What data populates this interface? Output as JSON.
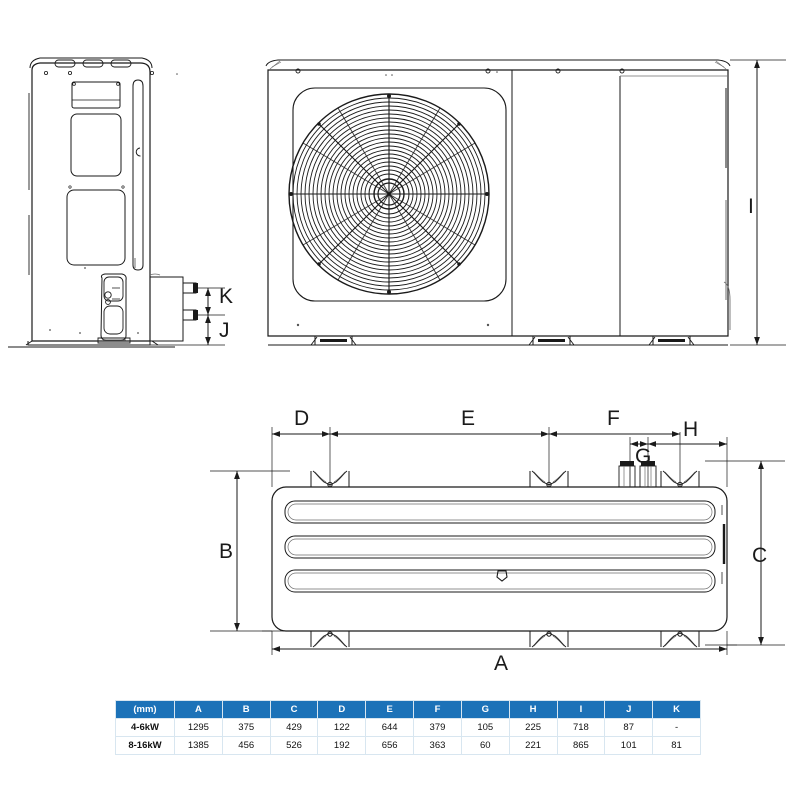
{
  "document": {
    "type": "technical-dimension-drawing",
    "subject": "Monobloc air-to-water heat pump outdoor unit",
    "views": [
      {
        "name": "side-view",
        "label": ""
      },
      {
        "name": "front-view",
        "label": ""
      },
      {
        "name": "top-view",
        "label": ""
      }
    ]
  },
  "dimension_labels": {
    "A": "A",
    "B": "B",
    "C": "C",
    "D": "D",
    "E": "E",
    "F": "F",
    "G": "G",
    "H": "H",
    "I": "I",
    "J": "J",
    "K": "K"
  },
  "spec_table": {
    "unit_header": "(mm)",
    "columns": [
      "(mm)",
      "A",
      "B",
      "C",
      "D",
      "E",
      "F",
      "G",
      "H",
      "I",
      "J",
      "K"
    ],
    "rows": [
      {
        "label": "4-6kW",
        "values": [
          "1295",
          "375",
          "429",
          "122",
          "644",
          "379",
          "105",
          "225",
          "718",
          "87",
          "-"
        ]
      },
      {
        "label": "8-16kW",
        "values": [
          "1385",
          "456",
          "526",
          "192",
          "656",
          "363",
          "60",
          "221",
          "865",
          "101",
          "81"
        ]
      }
    ],
    "colors": {
      "header_bg": "#1c72b8",
      "header_text": "#ffffff",
      "cell_bg": "#ffffff",
      "cell_text": "#111111",
      "grid": "#d8e6f0"
    }
  },
  "drawing_colors": {
    "line": "#1a1a1a",
    "light_line": "#6e6e6e",
    "background": "#ffffff"
  }
}
